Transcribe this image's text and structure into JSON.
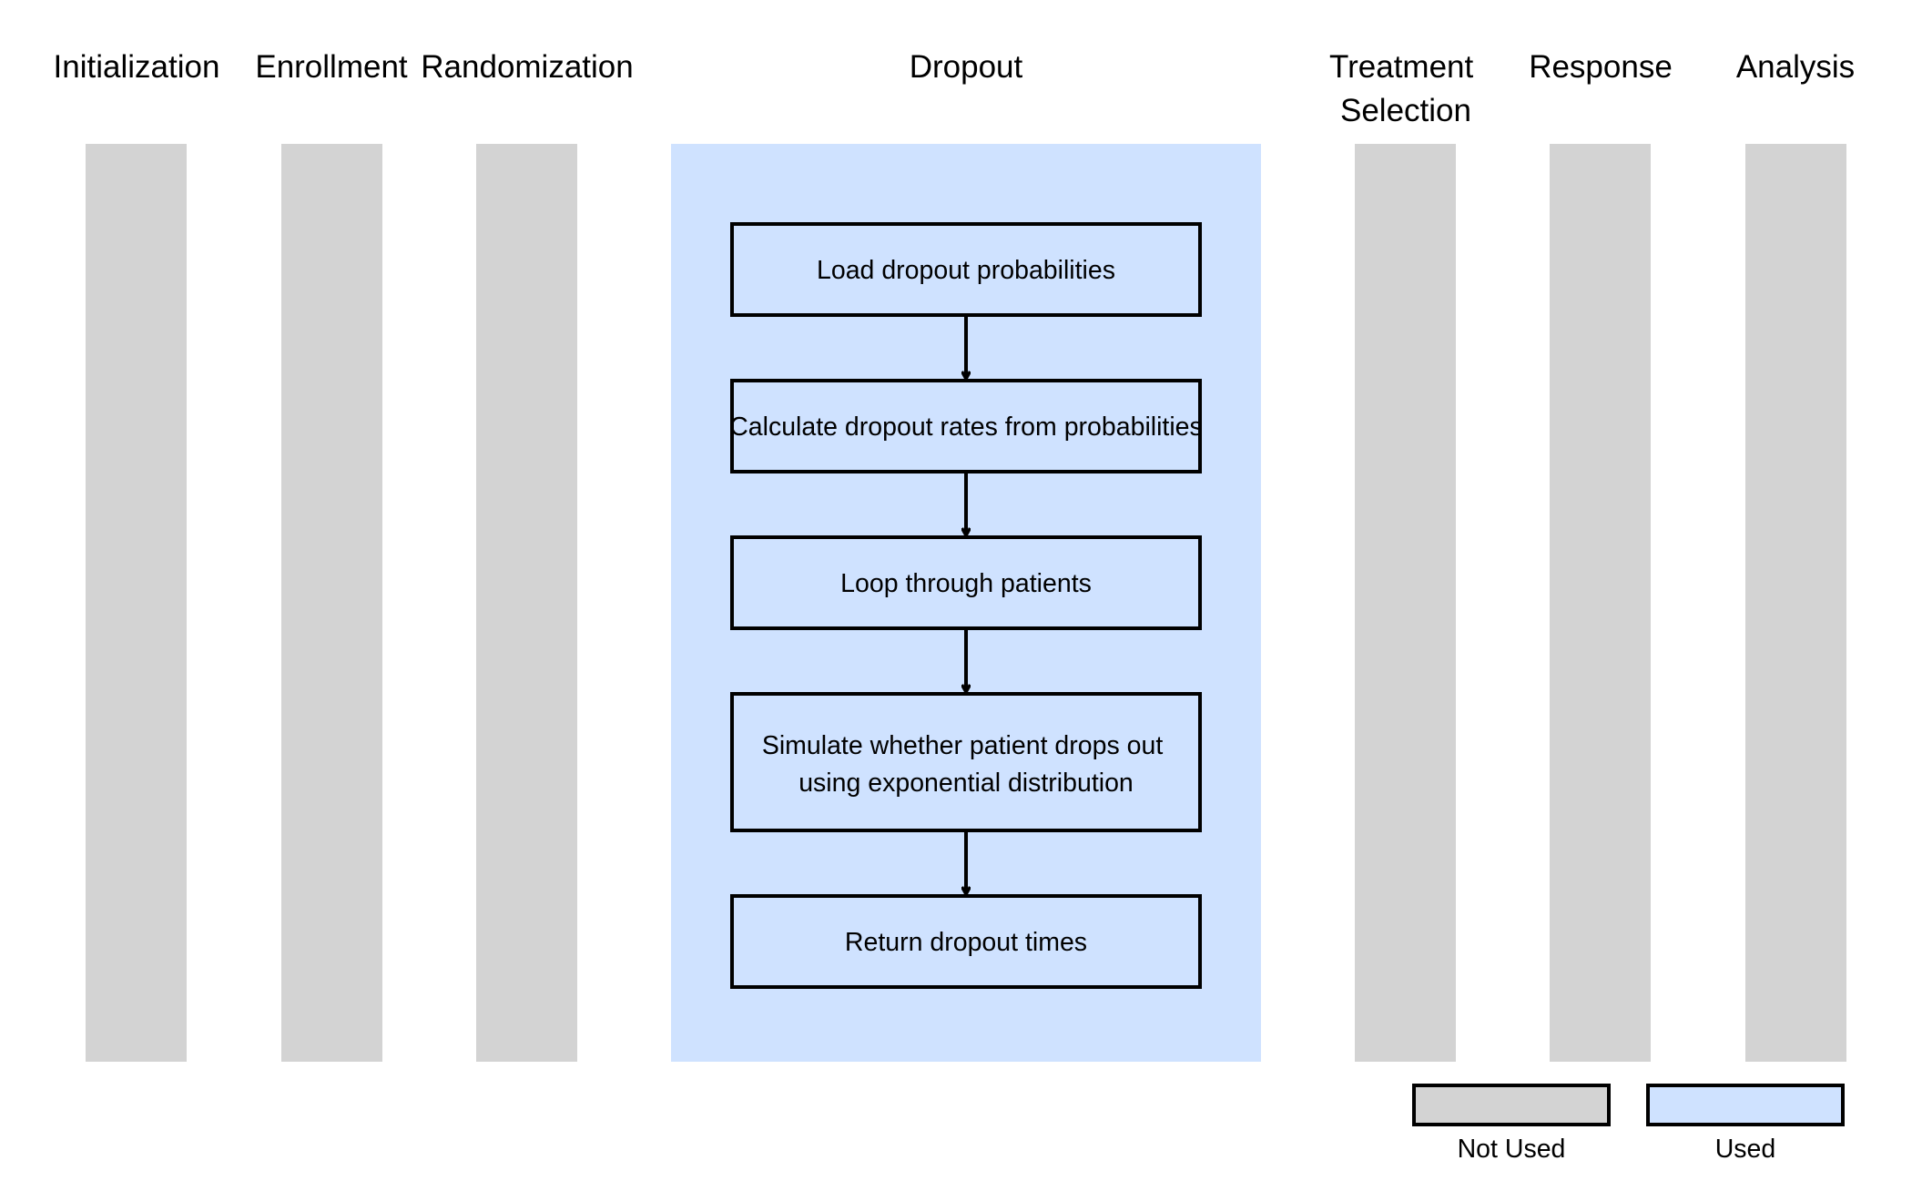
{
  "colors": {
    "not_used": "#d3d3d3",
    "used": "#cfe2ff",
    "stroke": "#000000",
    "background": "#ffffff"
  },
  "stages": [
    {
      "title_lines": [
        "Initialization"
      ],
      "used": false
    },
    {
      "title_lines": [
        "Enrollment"
      ],
      "used": false
    },
    {
      "title_lines": [
        "Randomization"
      ],
      "used": false
    },
    {
      "title_lines": [
        "Dropout"
      ],
      "used": true
    },
    {
      "title_lines": [
        "Treatment",
        "Selection"
      ],
      "used": false
    },
    {
      "title_lines": [
        "Response"
      ],
      "used": false
    },
    {
      "title_lines": [
        "Analysis"
      ],
      "used": false
    }
  ],
  "steps": [
    {
      "lines": [
        "Load dropout probabilities"
      ]
    },
    {
      "lines": [
        "Calculate dropout rates from probabilities"
      ]
    },
    {
      "lines": [
        "Loop through patients"
      ]
    },
    {
      "lines": [
        "Simulate whether patient drops out",
        "using exponential distribution"
      ]
    },
    {
      "lines": [
        "Return dropout times"
      ]
    }
  ],
  "legend": {
    "not_used_label": "Not Used",
    "used_label": "Used"
  }
}
